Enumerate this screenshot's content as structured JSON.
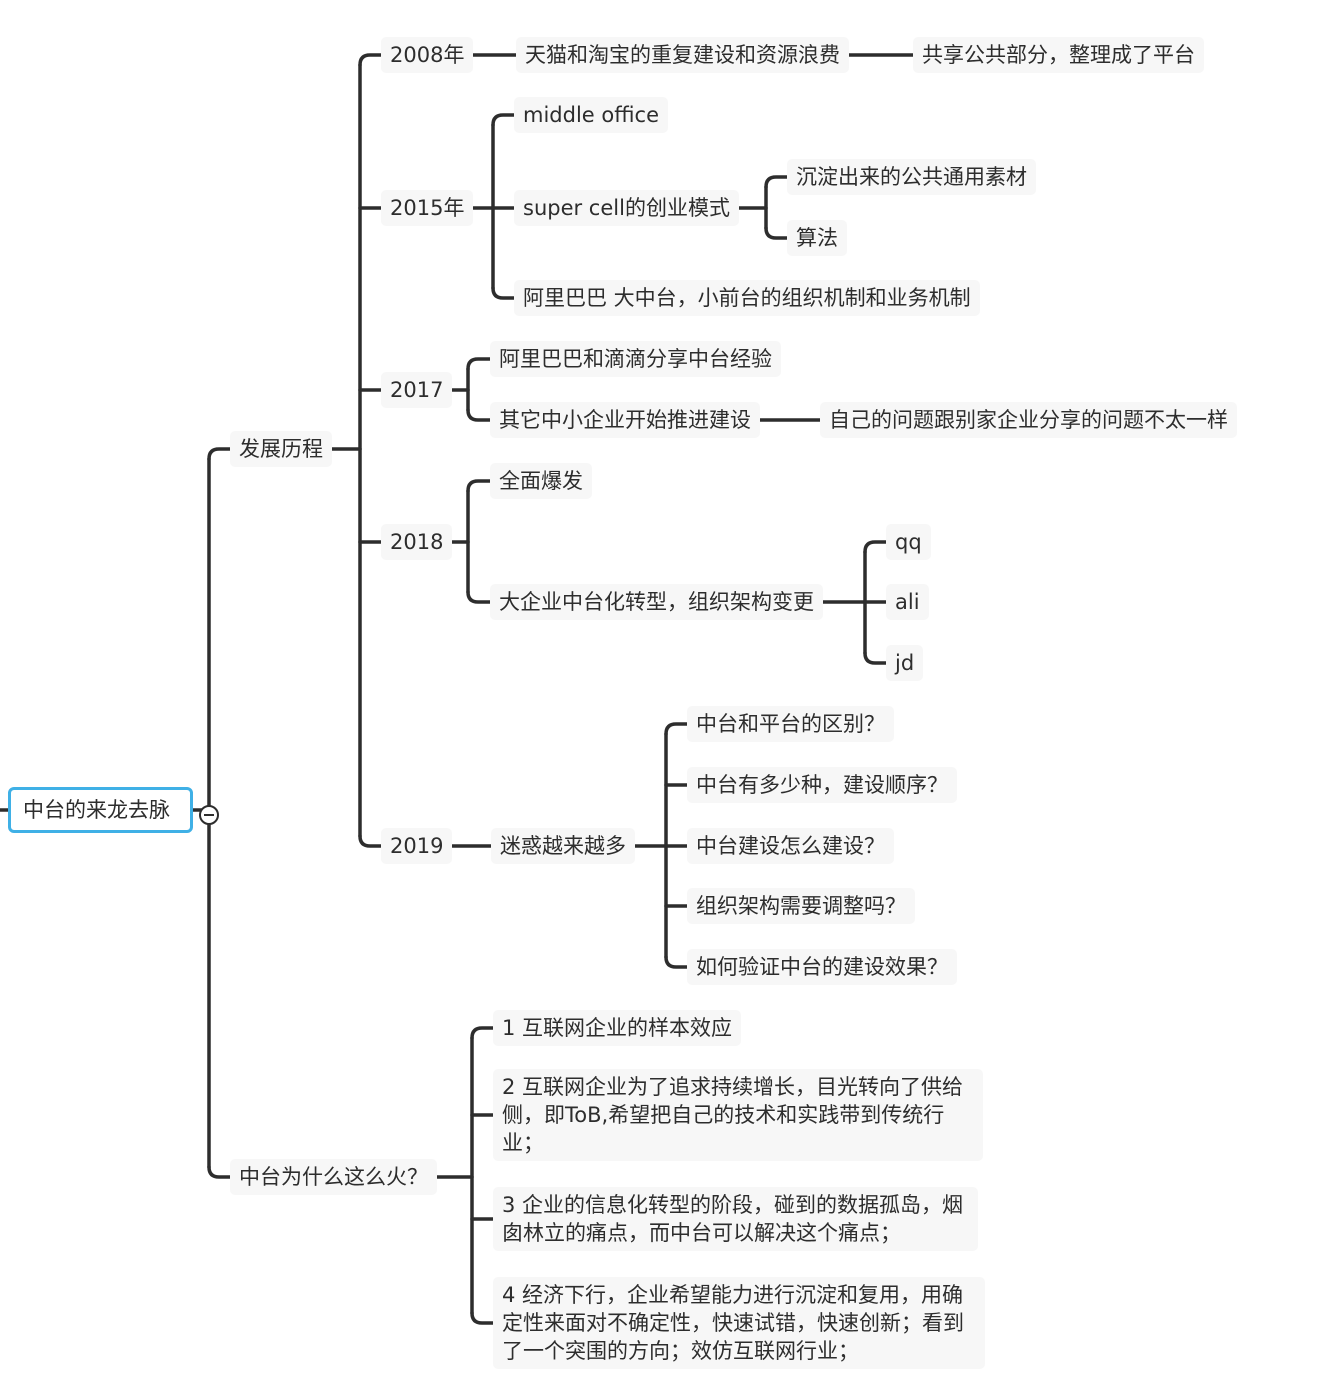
{
  "colors": {
    "line": "#2d2d2d",
    "node_bg": "#f7f7f7",
    "root_border": "#3fb0e6"
  },
  "icons": {
    "collapse": "minus-circle-icon"
  },
  "mindmap": {
    "root": "中台的来龙去脉",
    "history": {
      "label": "发展历程",
      "y2008": {
        "label": "2008年",
        "problem": "天猫和淘宝的重复建设和资源浪费",
        "result": "共享公共部分，整理成了平台"
      },
      "y2015": {
        "label": "2015年",
        "middle_office": "middle office",
        "supercell": "super cell的创业模式",
        "material": "沉淀出来的公共通用素材",
        "algorithm": "算法",
        "alibaba": "阿里巴巴 大中台，小前台的组织机制和业务机制"
      },
      "y2017": {
        "label": "2017",
        "share": "阿里巴巴和滴滴分享中台经验",
        "sme": "其它中小企业开始推进建设",
        "diff": "自己的问题跟别家企业分享的问题不太一样"
      },
      "y2018": {
        "label": "2018",
        "boom": "全面爆发",
        "transform": "大企业中台化转型，组织架构变更",
        "qq": "qq",
        "ali": "ali",
        "jd": "jd"
      },
      "y2019": {
        "label": "2019",
        "confusion": "迷惑越来越多",
        "q1": "中台和平台的区别？",
        "q2": "中台有多少种，建设顺序？",
        "q3": "中台建设怎么建设？",
        "q4": "组织架构需要调整吗？",
        "q5": "如何验证中台的建设效果？"
      }
    },
    "why": {
      "label": "中台为什么这么火？",
      "r1": "1 互联网企业的样本效应",
      "r2": "2 互联网企业为了追求持续增长，目光转向了供给侧，即ToB,希望把自己的技术和实践带到传统行业；",
      "r3": "3 企业的信息化转型的阶段，碰到的数据孤岛，烟囱林立的痛点，而中台可以解决这个痛点；",
      "r4": "4  经济下行，企业希望能力进行沉淀和复用，用确定性来面对不确定性，快速试错，快速创新；看到了一个突围的方向；效仿互联网行业；"
    }
  }
}
